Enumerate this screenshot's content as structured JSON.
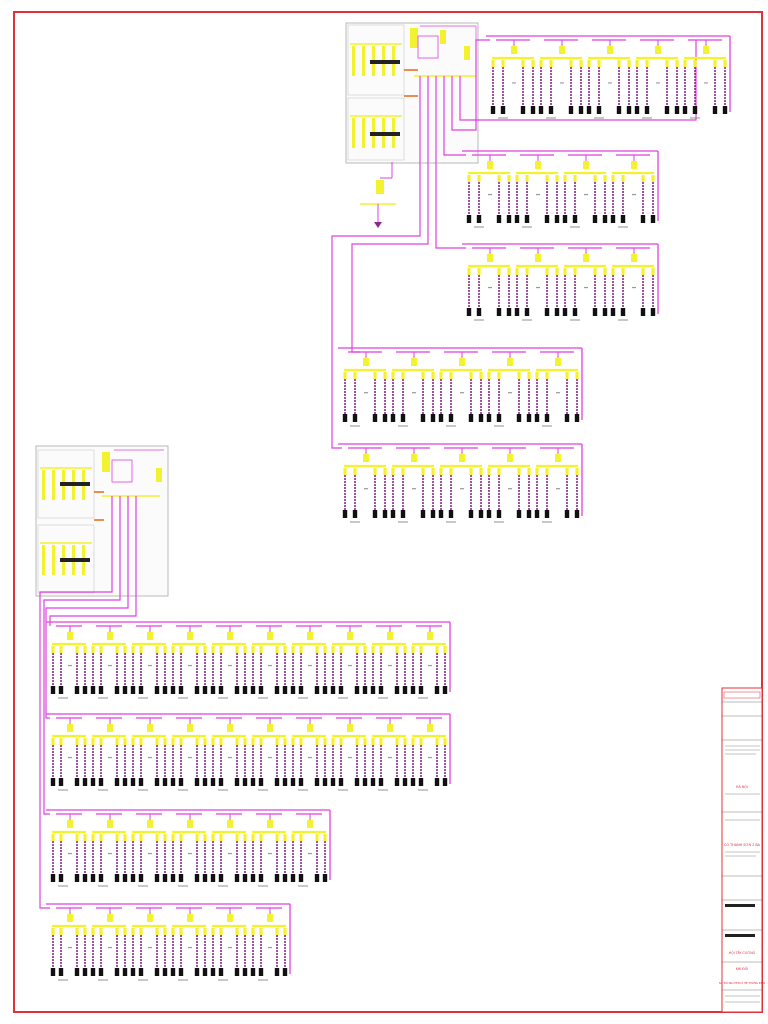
{
  "colors": {
    "border": "#e0303a",
    "wire": "#e040e0",
    "breaker": "#f2f230",
    "cable": "#8b2a8b",
    "load": "#111111",
    "feed": "#e8661a",
    "panel_frame": "#b8b8b8",
    "title_red": "#e0303a"
  },
  "title_block": {
    "project_label": "HÀ NỘI",
    "building_label": "CÔ THANH SƠN 2 BA",
    "drawing_label": "SƠ ĐỒ NGUYÊN LÝ HỆ THỐNG ĐIỆN",
    "company_label": "HỘI TÂY CƯỜNG",
    "item_label": "KHÍ ĐỐI"
  },
  "plans": [
    {
      "id": "upper-plant",
      "rows": [
        5,
        4,
        4,
        5,
        5
      ]
    },
    {
      "id": "lower-plant",
      "rows": [
        10,
        10,
        7,
        6
      ]
    }
  ]
}
